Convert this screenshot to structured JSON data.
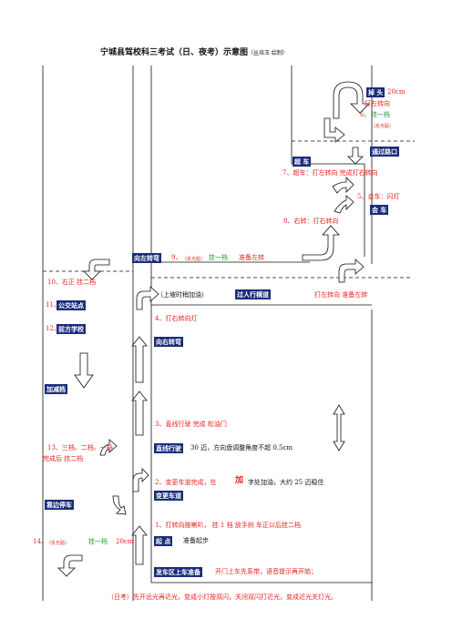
{
  "title": "宁城县驾校科三考试（日、夜考）示意图",
  "title_note": "（丛培玉 绘制）",
  "right_top": {
    "uturn_tag": "掉 头",
    "uturn_dist": "20cm",
    "left_signal": "打左转向",
    "step6_num": "6、",
    "step6_gear": "挂一档",
    "step6_note": "（反光贴）",
    "intersection_tag": "通过路口",
    "overtake_tag": "超 车",
    "step7": "7、超车：打左转向  完成打右转向",
    "step5": "5、会车：闪灯",
    "meet_tag": "会 车",
    "step8": "8、右转：打右转向"
  },
  "mid": {
    "left_turn_tag": "向左转弯",
    "step9_num": "9、",
    "step9_note": "（反光贴）",
    "step9_gear": "挂一档",
    "step9_action": "准备左转",
    "uphill": "（上坡时稍加油）",
    "crosswalk_tag": "过人行横道",
    "left_prepare": "打左转向  准备左转",
    "step4": "4、打右转向灯",
    "right_turn_tag": "向右转弯",
    "step3": "3、直线行驶  完成  松油门",
    "straight_tag": "直线行驶",
    "straight_desc": "30 迈，方向盘调整角度不超 0.5cm",
    "step2_a": "2、变更车道完成，在",
    "step2_jia": "加",
    "step2_b": "字处加油，大约 25 迈稳住",
    "lane_tag": "变更车道",
    "step1": "1、打转向按喇叭，  挂 1 档  放手刹   车正以后挂二档",
    "start_tag": "起 点",
    "start_text": "准备起步",
    "board_tag": "发车区上车准备",
    "board_text": "开门上车先系带，语音提示再开始；"
  },
  "left": {
    "step10": "10、右正  挂二档",
    "step11_num": "11、",
    "bus_tag": "公交站点",
    "step12_num": "12、",
    "school_tag": "前方学校",
    "decel_tag": "加减档",
    "step13": "13、三档、二档、一档",
    "step13b": "完成后  挂二档",
    "park_tag": "靠边停车",
    "step14_num": "14、",
    "step14_note": "（反光贴）",
    "step14_gear": "挂一档",
    "step14_dist": "20cm"
  },
  "footer": "（日考）先开远光再近光，变成小灯按双闪，关闭双闪打近光，变成近光关灯光。"
}
